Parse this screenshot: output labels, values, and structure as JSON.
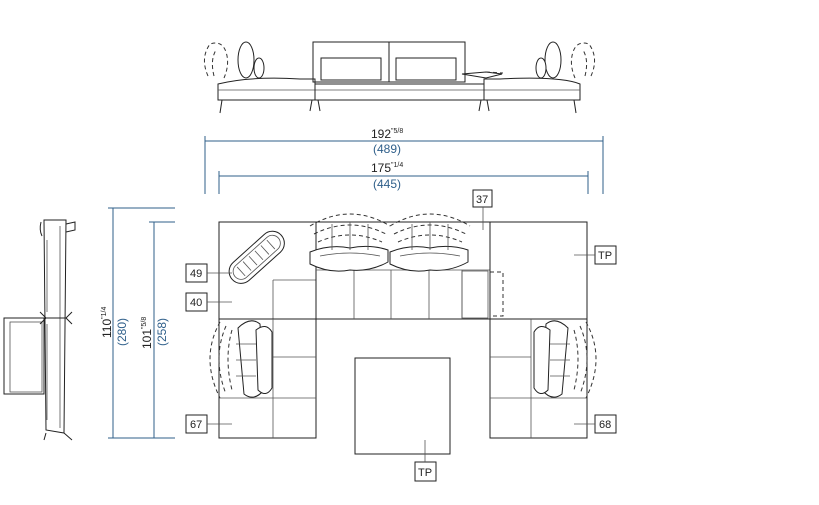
{
  "colors": {
    "line": "#222222",
    "dimension": "#2f5f8a",
    "background": "#ffffff"
  },
  "dimensions": {
    "overall_width": {
      "inches": "192",
      "fraction": "\"5/8",
      "cm": "(489)"
    },
    "inner_width": {
      "inches": "175",
      "fraction": "\"1/4",
      "cm": "(445)"
    },
    "overall_depth": {
      "inches": "110",
      "fraction": "\"1/4",
      "cm": "(280)"
    },
    "inner_depth": {
      "inches": "101",
      "fraction": "\"5/8",
      "cm": "(258)"
    }
  },
  "module_tags": {
    "t37": "37",
    "t49": "49",
    "t40": "40",
    "t67": "67",
    "t68": "68",
    "tp_right": "TP",
    "tp_bottom": "TP"
  }
}
